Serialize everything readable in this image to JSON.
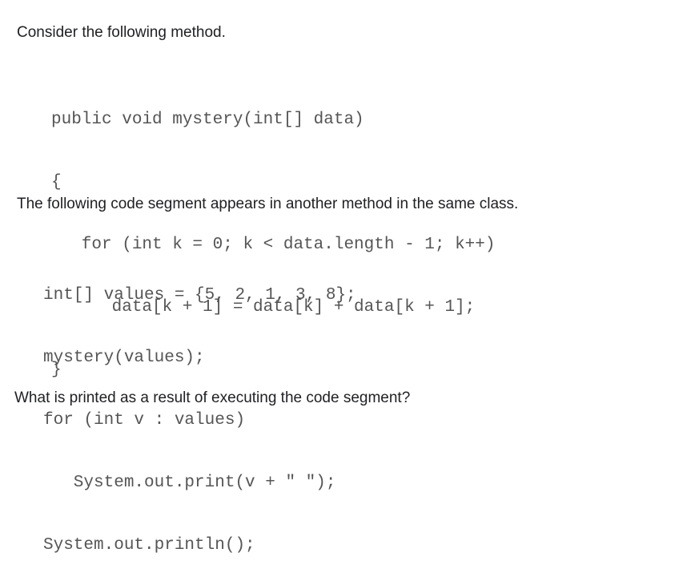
{
  "intro_text": "Consider the following method.",
  "method_code": [
    "public void mystery(int[] data)",
    "{",
    "   for (int k = 0; k < data.length - 1; k++)",
    "      data[k + 1] = data[k] + data[k + 1];",
    "}"
  ],
  "segment_intro_text": "The following code segment appears in another method in the same class.",
  "segment_code": [
    "int[] values = {5, 2, 1, 3, 8};",
    "mystery(values);",
    "for (int v : values)",
    "   System.out.print(v + \" \");",
    "System.out.println();"
  ],
  "question_text": "What is printed as a result of executing the code segment?"
}
